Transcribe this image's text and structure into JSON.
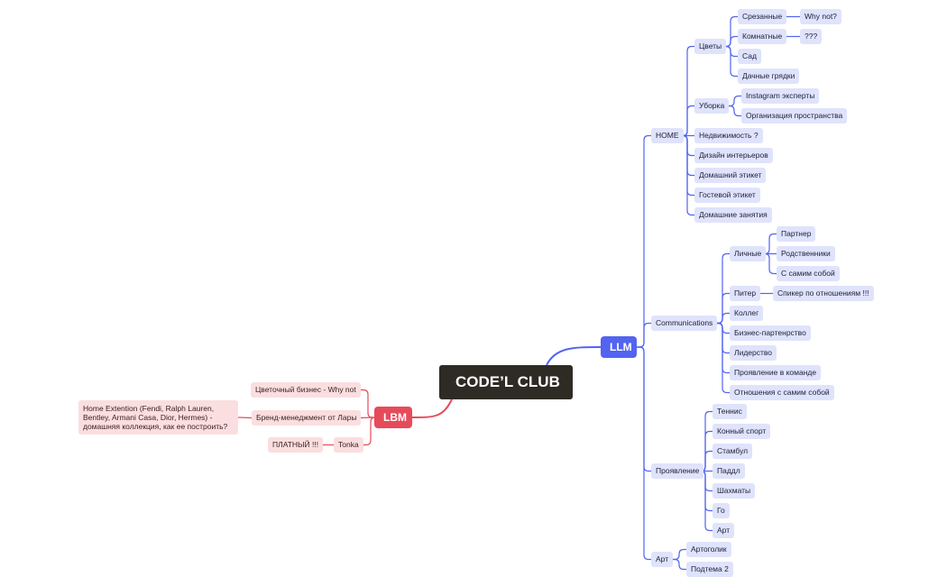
{
  "colors": {
    "root": "#2e2a24",
    "llm": "#5264f0",
    "lbm": "#e64b5a",
    "llm_node": "#dfe3fb",
    "lbm_node": "#fbdedf"
  },
  "root": "CODE’L CLUB",
  "llm": {
    "label": "LLM",
    "home": {
      "label": "HOME",
      "flowers": {
        "label": "Цветы",
        "cut": "Срезанные",
        "cut_child": "Why not?",
        "indoor": "Комнатные",
        "indoor_child": "???",
        "garden": "Сад",
        "beds": "Дачные грядки"
      },
      "cleaning": {
        "label": "Уборка",
        "insta": "Instagram эксперты",
        "organization": "Организация пространства"
      },
      "realty": "Недвижимость ?",
      "interior": "Дизайн интерьеров",
      "home_etiquette": "Домашний этикет",
      "guest_etiquette": "Гостевой этикет",
      "home_activities": "Домашние занятия"
    },
    "comms": {
      "label": "Communications",
      "personal": {
        "label": "Личные",
        "partner": "Партнер",
        "relatives": "Родственники",
        "self": "С самим собой"
      },
      "piter": {
        "label": "Питер",
        "speaker": "Спикер по отношениям !!!"
      },
      "colleg": "Коллег",
      "business": "Бизнес-партенрство",
      "leadership": "Лидерство",
      "team": "Проявление в команде",
      "self_rel": "Отношения с самим собой"
    },
    "expression": {
      "label": "Проявление",
      "tennis": "Теннис",
      "horse": "Конный спорт",
      "stambul": "Стамбул",
      "paddle": "Паддл",
      "chess": "Шахматы",
      "go": "Го",
      "art": "Арт"
    },
    "art": {
      "label": "Арт",
      "artoholic": "Артоголик",
      "subtopic": "Подтема 2"
    }
  },
  "lbm": {
    "label": "LBM",
    "flower_biz": "Цветочный бизнес - Why not",
    "brand": {
      "label": "Бренд-менеджмент от Лары",
      "home_ext": "Home Extention (Fendi, Ralph Lauren, Bentley, Armani Casa, Dior, Hermes) - домашняя коллекция, как ее построить?"
    },
    "tonka": {
      "label": "Tonka",
      "paid": "ПЛАТНЫЙ !!!"
    }
  }
}
